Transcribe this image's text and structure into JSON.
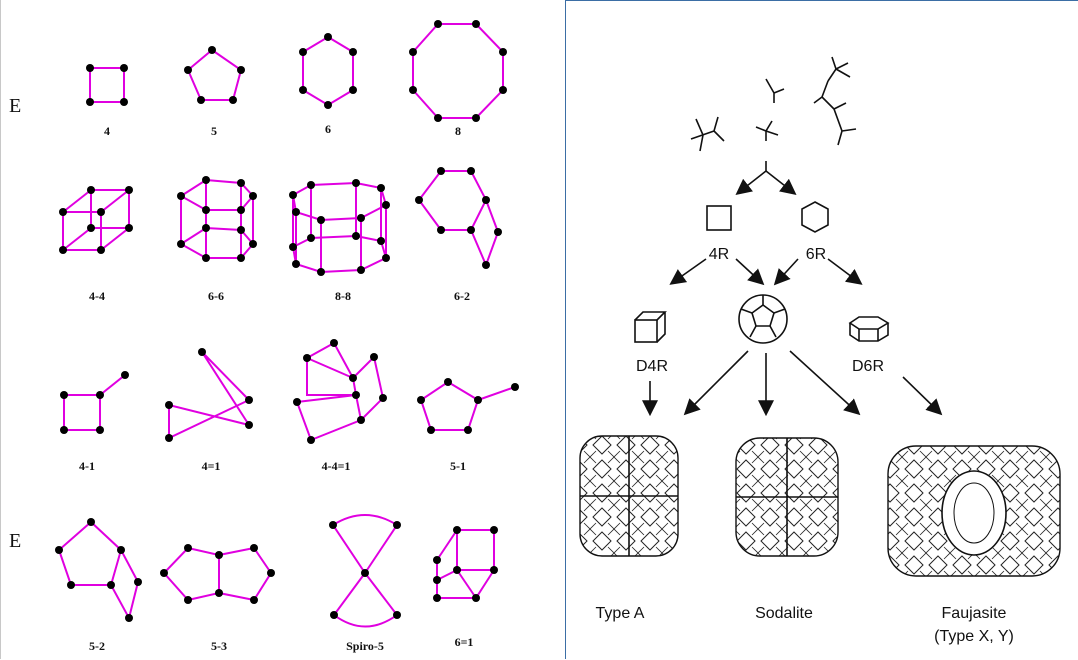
{
  "left_panel": {
    "row_letters": [
      "E",
      "E"
    ],
    "labels": [
      "4",
      "5",
      "6",
      "8",
      "4-4",
      "6-6",
      "8-8",
      "6-2",
      "4-1",
      "4=1",
      "4-4=1",
      "5-1",
      "5-2",
      "5-3",
      "Spiro-5",
      "6=1"
    ]
  },
  "right_panel": {
    "node_labels": [
      "4R",
      "6R",
      "D4R",
      "D6R"
    ],
    "framework_labels": [
      "Type A",
      "Sodalite",
      "Faujasite",
      "(Type X, Y)"
    ]
  }
}
